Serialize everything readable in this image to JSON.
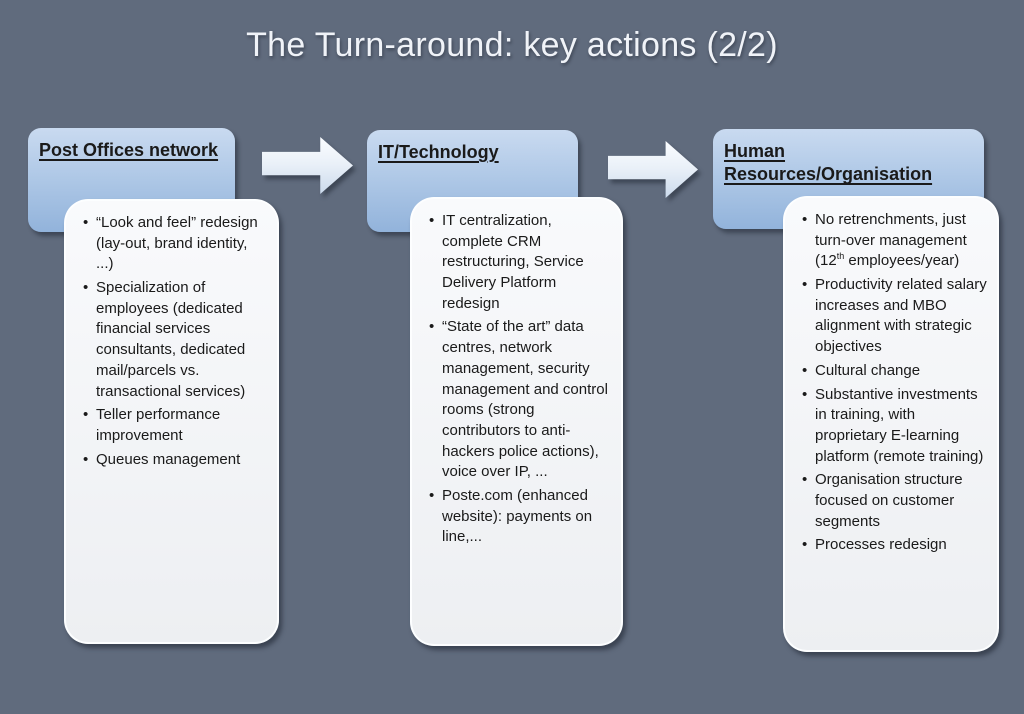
{
  "slide": {
    "title": "The Turn-around: key actions (2/2)"
  },
  "theme": {
    "background": "#606b7d",
    "title_color": "#f0f3f8",
    "header_top": "#c9daf0",
    "header_bottom": "#92b3db",
    "panel_top": "#f9fafc",
    "panel_bottom": "#edeff2",
    "arrow_top": "#fbfdff",
    "arrow_bottom": "#cbdaec",
    "text_dark": "#1a1a1a"
  },
  "columns": [
    {
      "header": "Post Offices network",
      "items": [
        "“Look and feel” redesign (lay-out, brand identity, ...)",
        "Specialization of employees (dedicated financial services consultants, dedicated mail/parcels vs. transactional services)",
        "Teller performance improvement",
        "Queues management"
      ]
    },
    {
      "header": "IT/Technology",
      "items": [
        "IT centralization, complete CRM restructuring,  Service Delivery Platform redesign",
        "“State of the art” data centres, network management, security management and control rooms (strong contributors to anti-hackers  police actions), voice over IP, ...",
        "Poste.com (enhanced website): payments on line,..."
      ]
    },
    {
      "header": "Human Resources/Organisation",
      "items": [
        {
          "segments": [
            {
              "t": "No retrenchments, just turn-over management (12"
            },
            {
              "sup": "th"
            },
            {
              "t": " employees/year)"
            }
          ]
        },
        "Productivity related salary increases and MBO alignment with strategic objectives",
        "Cultural change",
        "Substantive investments in training, with proprietary E-learning platform (remote training)",
        "Organisation structure focused on customer segments",
        "Processes redesign"
      ]
    }
  ],
  "arrows": [
    {
      "direction": "right"
    },
    {
      "direction": "right"
    }
  ]
}
